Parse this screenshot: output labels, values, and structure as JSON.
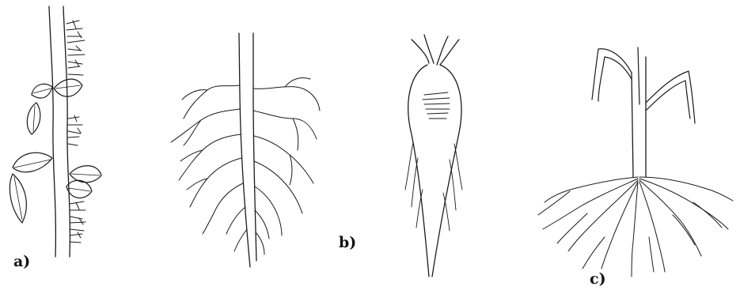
{
  "labels": {
    "a": "a)",
    "b": "b)",
    "c": "c)"
  },
  "colors": {
    "ink": "#1a1a1a",
    "background": "#ffffff"
  }
}
